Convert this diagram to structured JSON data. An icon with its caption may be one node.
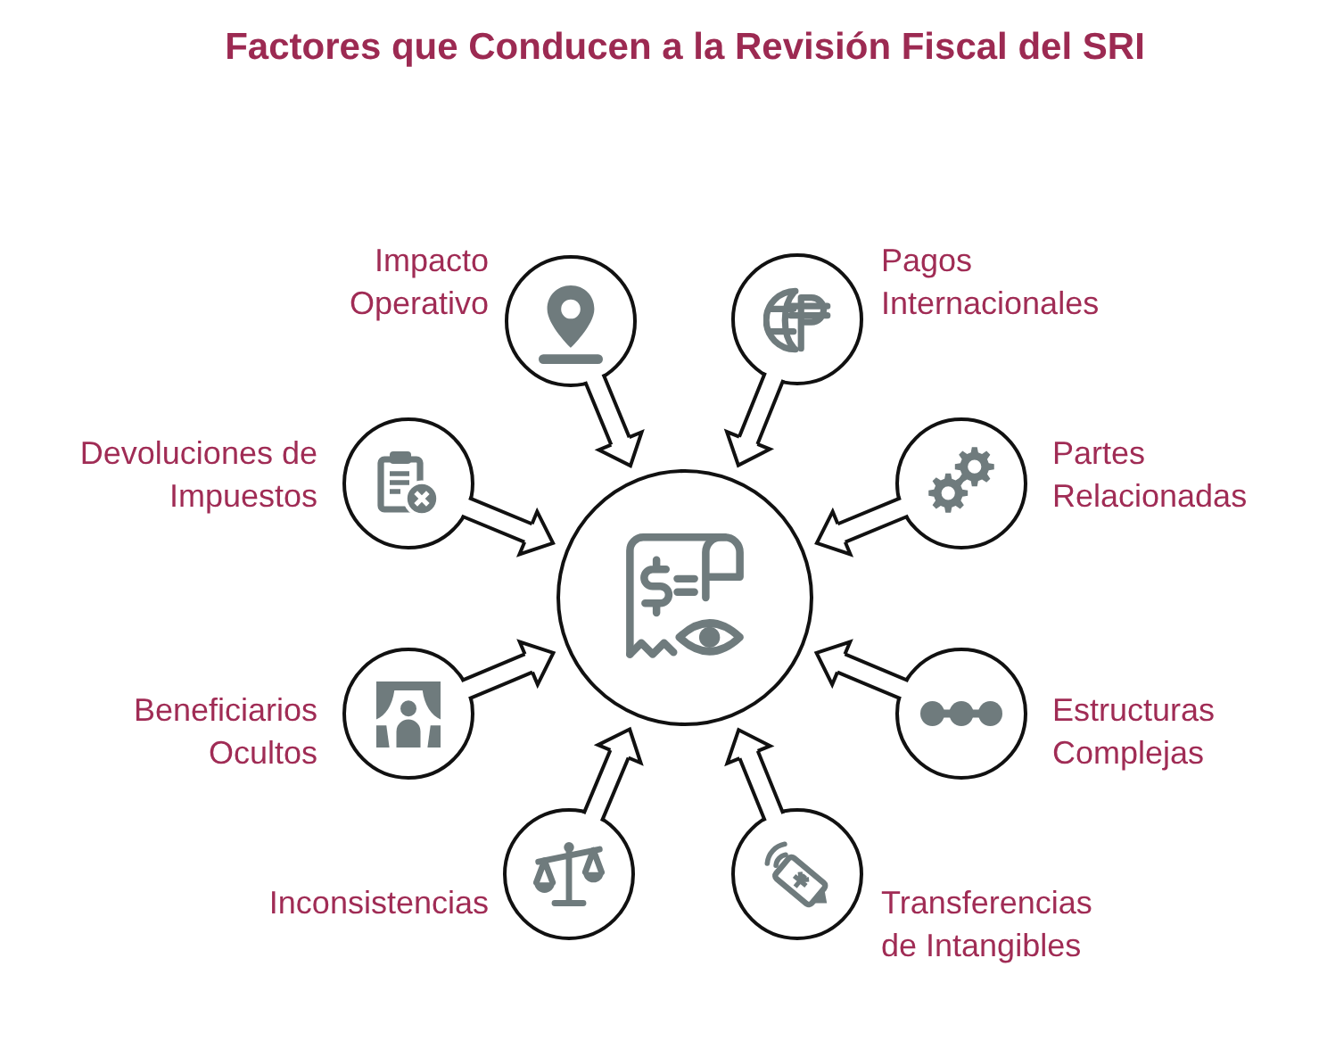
{
  "diagram": {
    "title": "Factores que Conducen a la Revisión Fiscal del SRI",
    "nodes": [
      {
        "text": [
          "Impacto Operativo"
        ]
      },
      {
        "text": [
          "Pagos Internacionales"
        ]
      },
      {
        "text": [
          "Devoluciones de Impuestos"
        ]
      },
      {
        "text": [
          "Partes Relacionadas"
        ]
      },
      {
        "text": [],
        "shape": "circle"
      },
      {
        "text": [
          "Beneficiarios Ocultos"
        ]
      },
      {
        "text": [
          "Estructuras Complejas"
        ]
      },
      {
        "text": [
          "Inconsistencias"
        ]
      },
      {
        "text": [
          "Transferencias de Intangibles"
        ]
      }
    ],
    "edges": [
      {
        "from": 0,
        "to": 4,
        "arrow": "to"
      },
      {
        "from": 1,
        "to": 4,
        "arrow": "to"
      },
      {
        "from": 2,
        "to": 4,
        "arrow": "to"
      },
      {
        "from": 3,
        "to": 4,
        "arrow": "to"
      },
      {
        "from": 5,
        "to": 4,
        "arrow": "to"
      },
      {
        "from": 6,
        "to": 4,
        "arrow": "to"
      },
      {
        "from": 7,
        "to": 4,
        "arrow": "to"
      },
      {
        "from": 8,
        "to": 4,
        "arrow": "to"
      }
    ]
  }
}
